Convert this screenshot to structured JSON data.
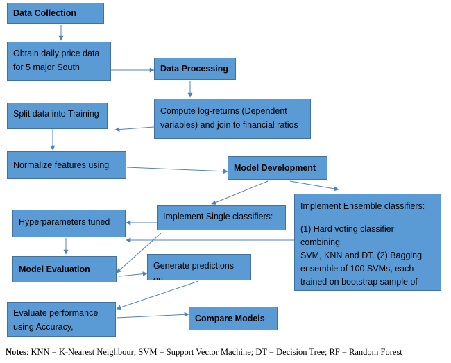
{
  "diagram": {
    "boxes": {
      "data_collection": "Data Collection",
      "obtain_prices": [
        "Obtain daily price data",
        "for 5 major South"
      ],
      "data_processing": "Data Processing",
      "compute_log_returns": [
        "Compute log-returns (Dependent",
        "variables) and join to financial ratios"
      ],
      "split_data": "Split data into Training",
      "normalize_features": "Normalize features using",
      "model_development": "Model Development",
      "single_classifiers": "Implement Single classifiers:",
      "ensemble_classifiers": [
        "Implement Ensemble classifiers:",
        "(1) Hard voting classifier combining",
        "SVM, KNN and DT. (2) Bagging",
        "ensemble of 100 SVMs, each",
        "trained on bootstrap sample of"
      ],
      "hyperparameters": "Hyperparameters tuned",
      "model_evaluation": "Model Evaluation",
      "generate_predictions": "Generate predictions on",
      "evaluate_performance": [
        "Evaluate performance",
        "using Accuracy,"
      ],
      "compare_models": "Compare Models"
    },
    "notes": {
      "label": "Notes",
      "text": ": KNN = K-Nearest Neighbour; SVM = Support Vector Machine; DT = Decision Tree; RF = Random Forest"
    },
    "colors": {
      "box_fill": "#5b9bd5",
      "box_border": "#41719c",
      "arrow": "#4f81bd"
    }
  }
}
